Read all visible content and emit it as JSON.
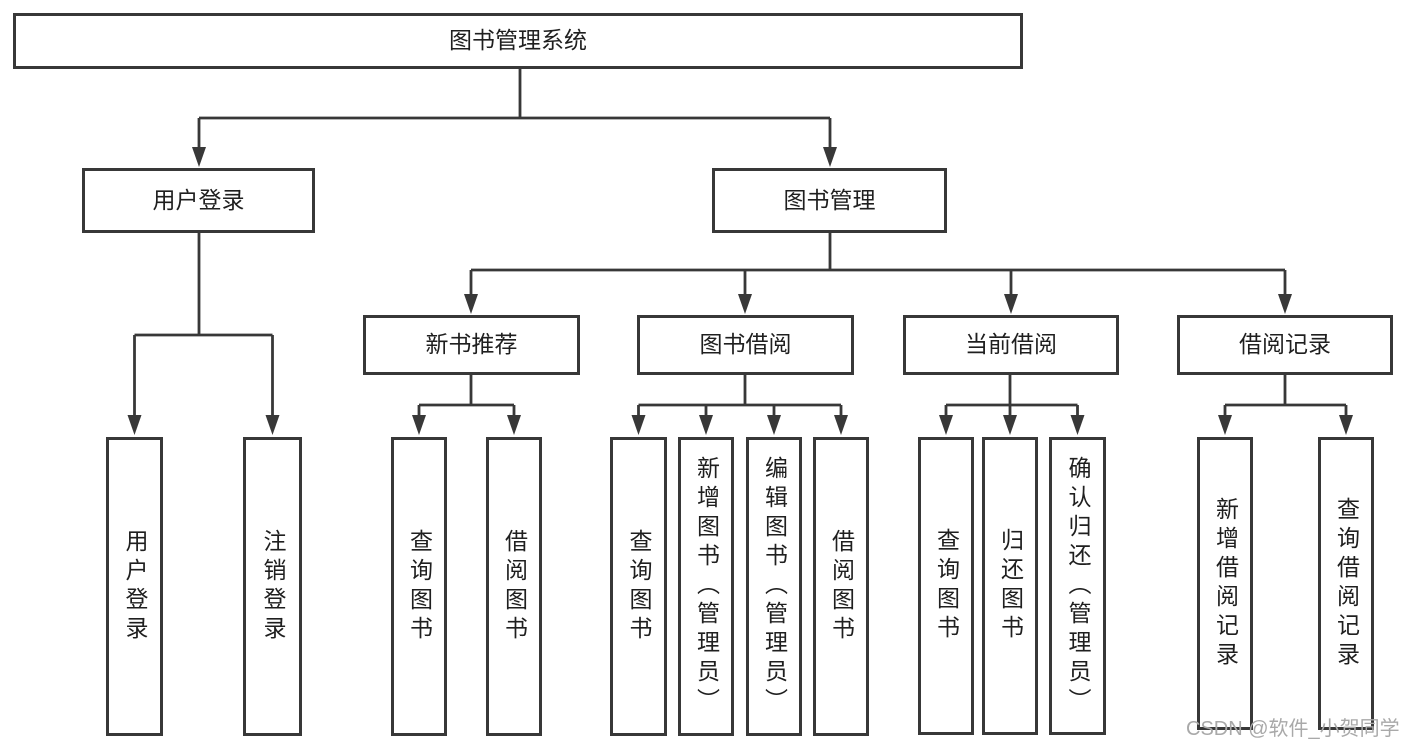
{
  "colors": {
    "line": "#383838",
    "box_border": "#383838",
    "text": "#1f1f1f",
    "watermark": "#a9a9a9"
  },
  "tree": {
    "root": {
      "label": "图书管理系统",
      "children": [
        {
          "label": "用户登录",
          "children": [
            {
              "label": "用户登录"
            },
            {
              "label": "注销登录"
            }
          ]
        },
        {
          "label": "图书管理",
          "children": [
            {
              "label": "新书推荐",
              "children": [
                {
                  "label": "查询图书"
                },
                {
                  "label": "借阅图书"
                }
              ]
            },
            {
              "label": "图书借阅",
              "children": [
                {
                  "label": "查询图书"
                },
                {
                  "label": "新增图书（管理员）"
                },
                {
                  "label": "编辑图书（管理员）"
                },
                {
                  "label": "借阅图书"
                }
              ]
            },
            {
              "label": "当前借阅",
              "children": [
                {
                  "label": "查询图书"
                },
                {
                  "label": "归还图书"
                },
                {
                  "label": "确认归还（管理员）"
                }
              ]
            },
            {
              "label": "借阅记录",
              "children": [
                {
                  "label": "新增借阅记录"
                },
                {
                  "label": "查询借阅记录"
                }
              ]
            }
          ]
        }
      ]
    }
  },
  "watermark": {
    "text": "CSDN @软件_小贺同学"
  }
}
